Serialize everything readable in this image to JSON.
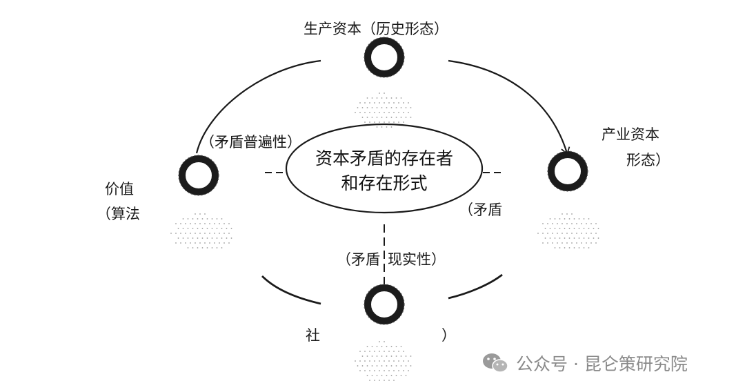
{
  "diagram": {
    "center": {
      "line1": "资本矛盾的存在者",
      "line2": "和存在形式"
    },
    "nodes": {
      "top": {
        "label": "生产资本（历史形态）"
      },
      "right": {
        "line1": "产业资本",
        "line2": "形态）"
      },
      "left": {
        "line1": "价值",
        "line2": "（算法"
      },
      "bottom": {
        "label_left": "社",
        "label_right": "）"
      }
    },
    "edge_labels": {
      "universality": "（矛盾普遍性）",
      "right_partial": "（矛盾",
      "reality_left": "（矛盾",
      "reality_right": "现实性）"
    },
    "colors": {
      "ring": "#1c1c1c",
      "line": "#1a1a1a",
      "dots": "#9a9a9a"
    }
  },
  "watermark": {
    "icon": "wechat-icon",
    "text": "公众号 · 昆仑策研究院"
  }
}
